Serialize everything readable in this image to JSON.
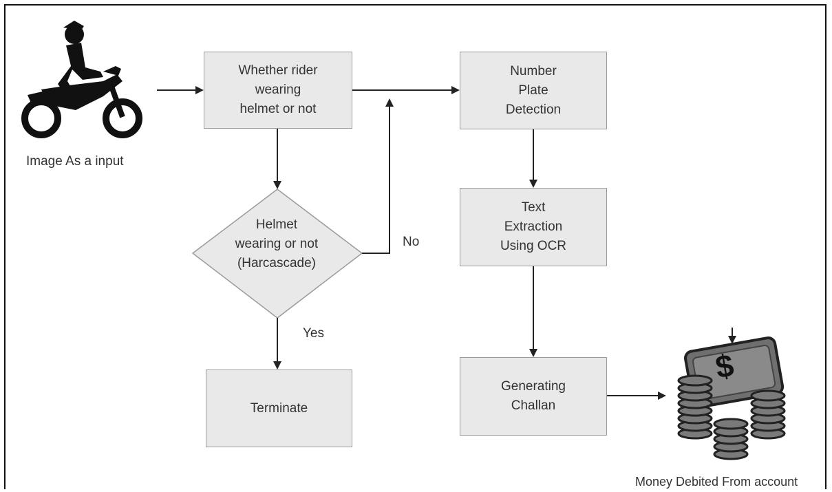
{
  "diagram": {
    "input_label": "Image As a input",
    "boxes": {
      "helmet_check": "Whether rider\nwearing\nhelmet or not",
      "number_plate": "Number\nPlate\nDetection",
      "text_extraction": "Text\nExtraction\nUsing OCR",
      "terminate": "Terminate",
      "challan": "Generating\nChallan"
    },
    "decision": "Helmet\nwearing or not\n(Harcascade)",
    "edge_labels": {
      "no": "No",
      "yes": "Yes"
    },
    "output_label": "Money Debited From account",
    "output_symbol": "$",
    "icons": [
      "motorcycle-rider-icon",
      "money-coins-icon"
    ],
    "colors": {
      "box_fill": "#e9e9e9",
      "box_border": "#9a9a9a",
      "line": "#222222",
      "icon": "#111111"
    }
  }
}
